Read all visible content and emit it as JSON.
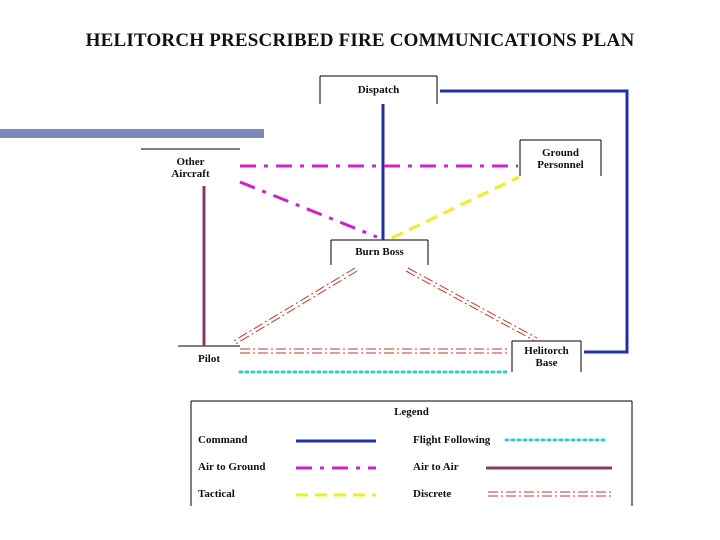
{
  "title": "HELITORCH PRESCRIBED FIRE COMMUNICATIONS PLAN",
  "nodes": {
    "dispatch": "Dispatch",
    "other_aircraft_line1": "Other",
    "other_aircraft_line2": "Aircraft",
    "ground_personnel_line1": "Ground",
    "ground_personnel_line2": "Personnel",
    "burn_boss": "Burn Boss",
    "pilot": "Pilot",
    "helitorch_base_line1": "Helitorch",
    "helitorch_base_line2": "Base"
  },
  "legend": {
    "heading": "Legend",
    "items": [
      {
        "label": "Command",
        "color": "#1f2fa8",
        "style": "solid"
      },
      {
        "label": "Air to Ground",
        "color": "#cc22cc",
        "style": "dash-dot"
      },
      {
        "label": "Tactical",
        "color": "#eeee22",
        "style": "dashed"
      },
      {
        "label": "Flight Following",
        "color": "#33cccc",
        "style": "dotted"
      },
      {
        "label": "Air to Air",
        "color": "#8b3a62",
        "style": "solid"
      },
      {
        "label": "Discrete",
        "color": "#c0392b",
        "style": "double-dash-dot"
      }
    ]
  },
  "colors": {
    "accent_bar": "#8088bb",
    "command": "#1f2fa8",
    "air_to_ground": "#cc22cc",
    "tactical": "#eeee22",
    "flight_following": "#33cccc",
    "air_to_air": "#8b3a62",
    "discrete": "#c0392b"
  }
}
